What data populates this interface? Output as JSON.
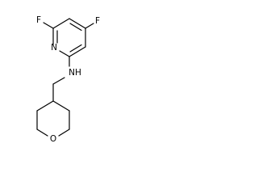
{
  "molecule": {
    "atoms": {
      "f_top_left": "F",
      "f_top_right": "F",
      "n_pyridine": "N",
      "nh": "NH",
      "o_ring": "O"
    }
  }
}
